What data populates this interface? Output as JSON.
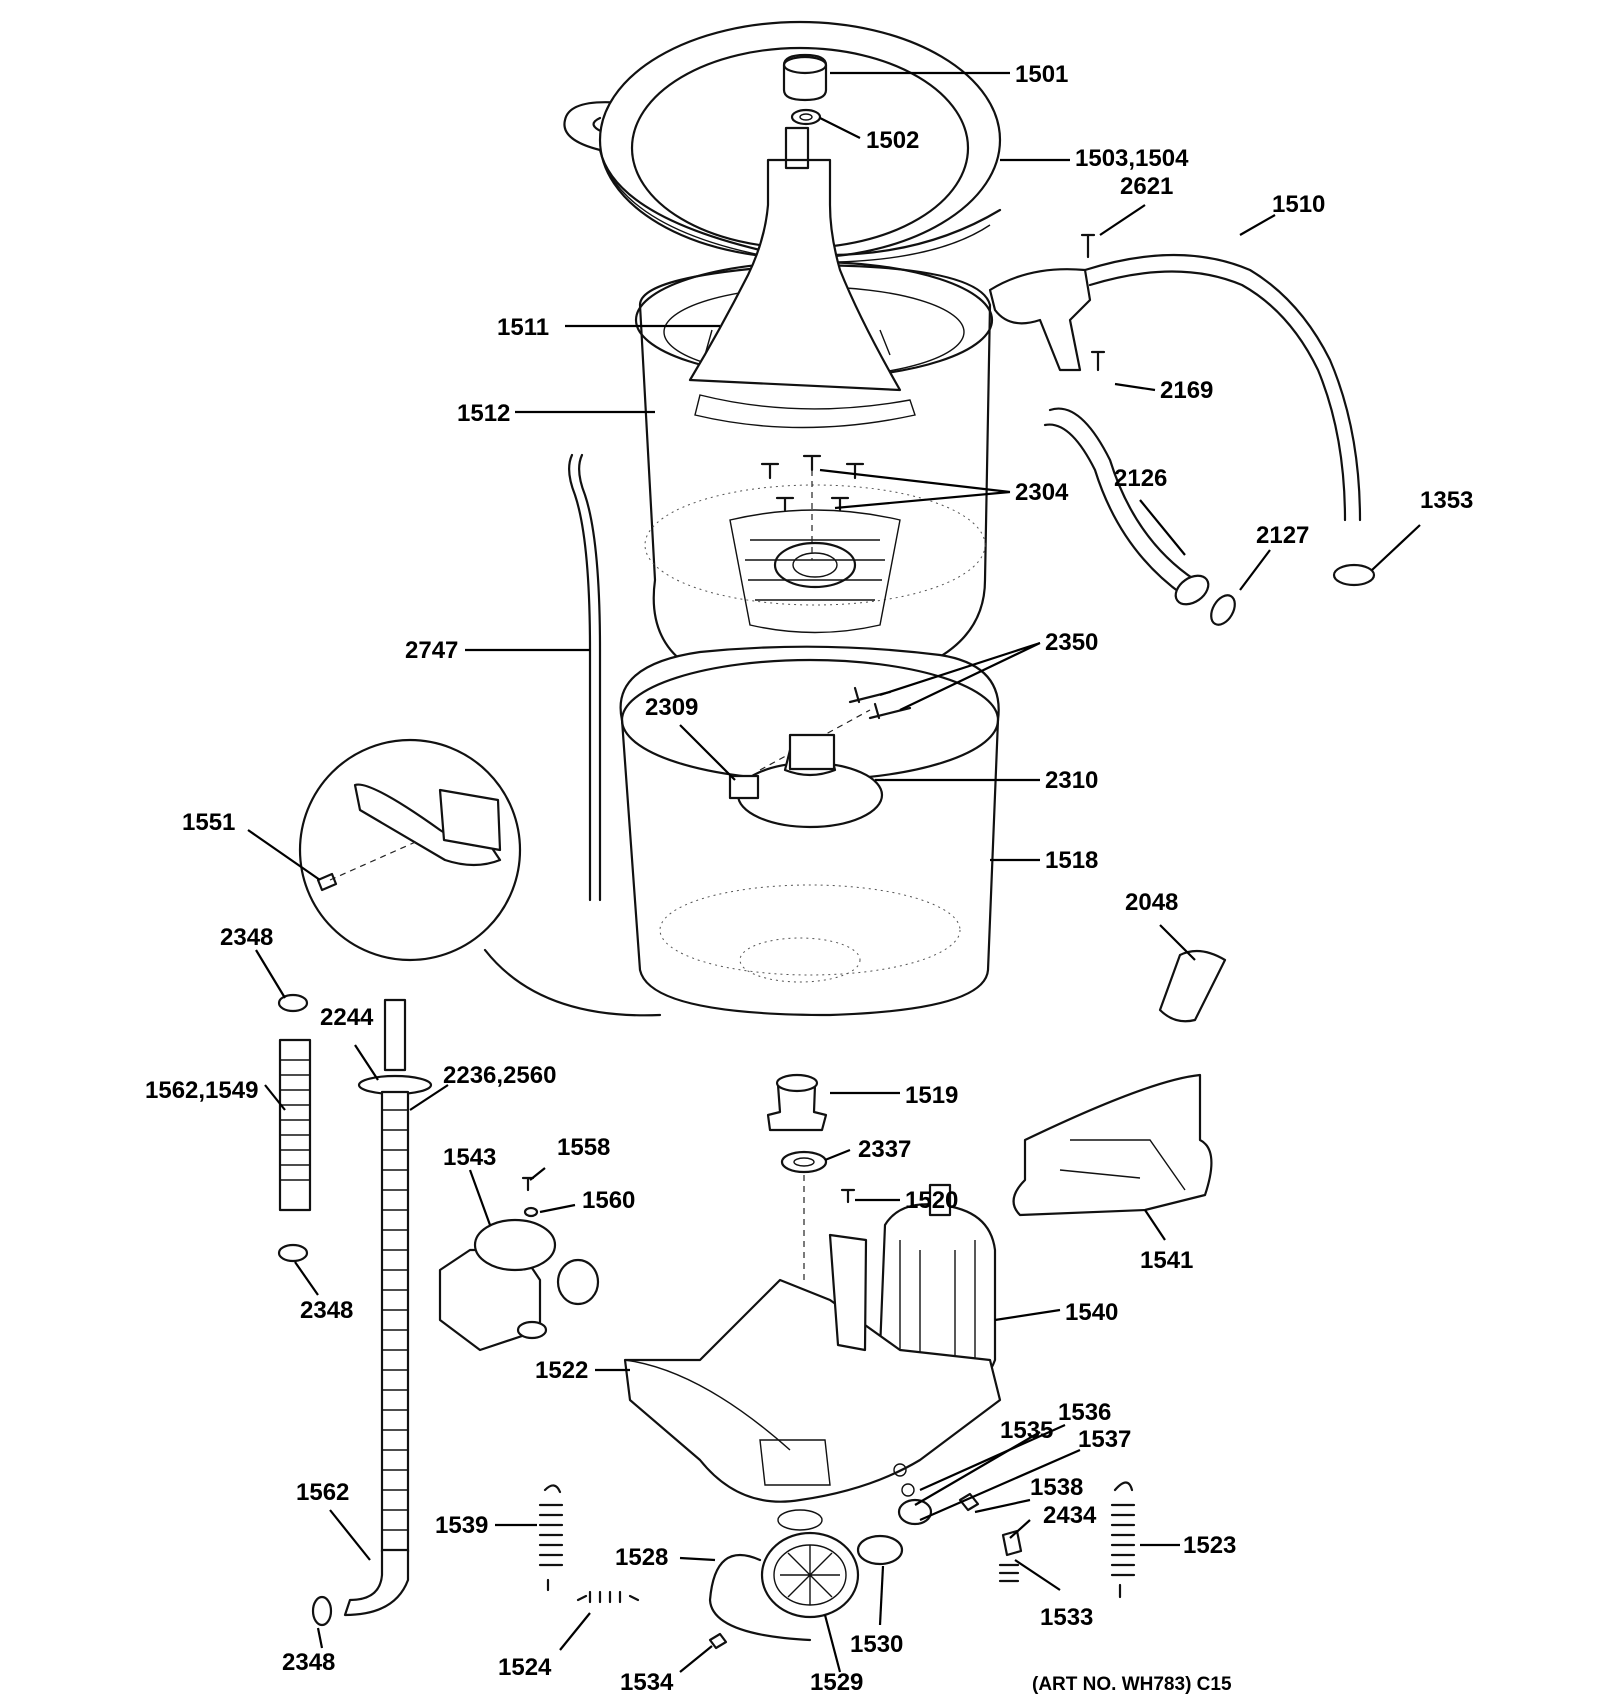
{
  "labels": {
    "l1501": "1501",
    "l1502": "1502",
    "l1503": "1503,1504",
    "l2621": "2621",
    "l1510": "1510",
    "l1511": "1511",
    "l2169": "2169",
    "l1512": "1512",
    "l2304": "2304",
    "l2126": "2126",
    "l1353": "1353",
    "l2127": "2127",
    "l2747": "2747",
    "l2350": "2350",
    "l2309": "2309",
    "l2310": "2310",
    "l1551": "1551",
    "l1518": "1518",
    "l2048": "2048",
    "l2348a": "2348",
    "l2244": "2244",
    "l2236": "2236,2560",
    "l1562b": "1562,1549",
    "l1519": "1519",
    "l1558": "1558",
    "l2337": "2337",
    "l1543": "1543",
    "l1560": "1560",
    "l1520": "1520",
    "l1541": "1541",
    "l2348b": "2348",
    "l1540": "1540",
    "l1522": "1522",
    "l1536": "1536",
    "l1535": "1535",
    "l1537": "1537",
    "l1562": "1562",
    "l1538": "1538",
    "l1539": "1539",
    "l2434": "2434",
    "l1523": "1523",
    "l1528": "1528",
    "l1533": "1533",
    "l1530": "1530",
    "l2348c": "2348",
    "l1524": "1524",
    "l1534": "1534",
    "l1529": "1529"
  },
  "art_number": "(ART NO. WH783) C15"
}
